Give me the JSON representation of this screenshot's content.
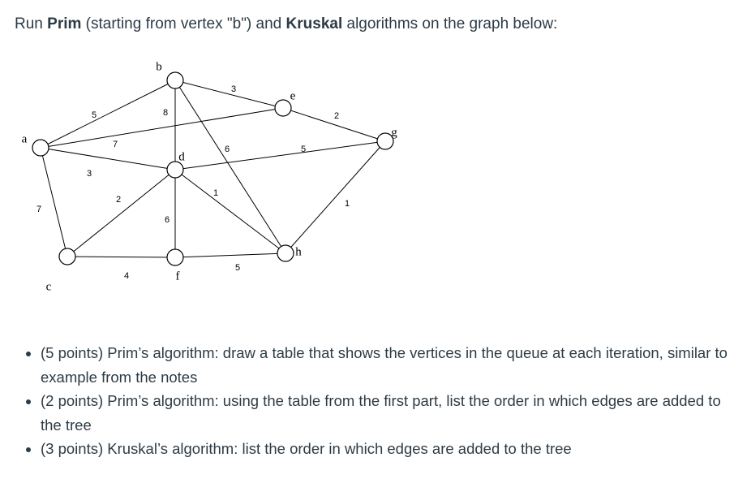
{
  "question": {
    "intro": "Run ",
    "prim_word": "Prim",
    "middle": " (starting from vertex \"b\") and ",
    "kruskal_word": "Kruskal",
    "end": " algorithms on the graph below:"
  },
  "graph": {
    "vertices": [
      {
        "id": "a",
        "label": "a"
      },
      {
        "id": "b",
        "label": "b"
      },
      {
        "id": "c",
        "label": "c"
      },
      {
        "id": "d",
        "label": "d"
      },
      {
        "id": "e",
        "label": "e"
      },
      {
        "id": "f",
        "label": "f"
      },
      {
        "id": "g",
        "label": "g"
      },
      {
        "id": "h",
        "label": "h"
      }
    ],
    "edges": [
      {
        "from": "a",
        "to": "b",
        "weight": "5"
      },
      {
        "from": "a",
        "to": "e",
        "weight": "7"
      },
      {
        "from": "a",
        "to": "d",
        "weight": "3"
      },
      {
        "from": "a",
        "to": "c",
        "weight": "7"
      },
      {
        "from": "b",
        "to": "d",
        "weight": "8"
      },
      {
        "from": "b",
        "to": "e",
        "weight": "3"
      },
      {
        "from": "b",
        "to": "h",
        "weight": "6"
      },
      {
        "from": "e",
        "to": "g",
        "weight": "2"
      },
      {
        "from": "d",
        "to": "g",
        "weight": "5"
      },
      {
        "from": "d",
        "to": "c",
        "weight": "2"
      },
      {
        "from": "d",
        "to": "f",
        "weight": "6"
      },
      {
        "from": "d",
        "to": "h",
        "weight": "1"
      },
      {
        "from": "c",
        "to": "f",
        "weight": "4"
      },
      {
        "from": "f",
        "to": "h",
        "weight": "5"
      },
      {
        "from": "h",
        "to": "g",
        "weight": "1"
      }
    ]
  },
  "tasks": [
    "(5 points) Prim’s algorithm: draw a table that shows the vertices in the queue at each iteration, similar to example from the notes",
    "(2 points) Prim’s algorithm: using the table from the first part, list the order in which edges are added to the tree",
    "(3 points) Kruskal’s algorithm: list the order in which edges are added to the tree"
  ]
}
